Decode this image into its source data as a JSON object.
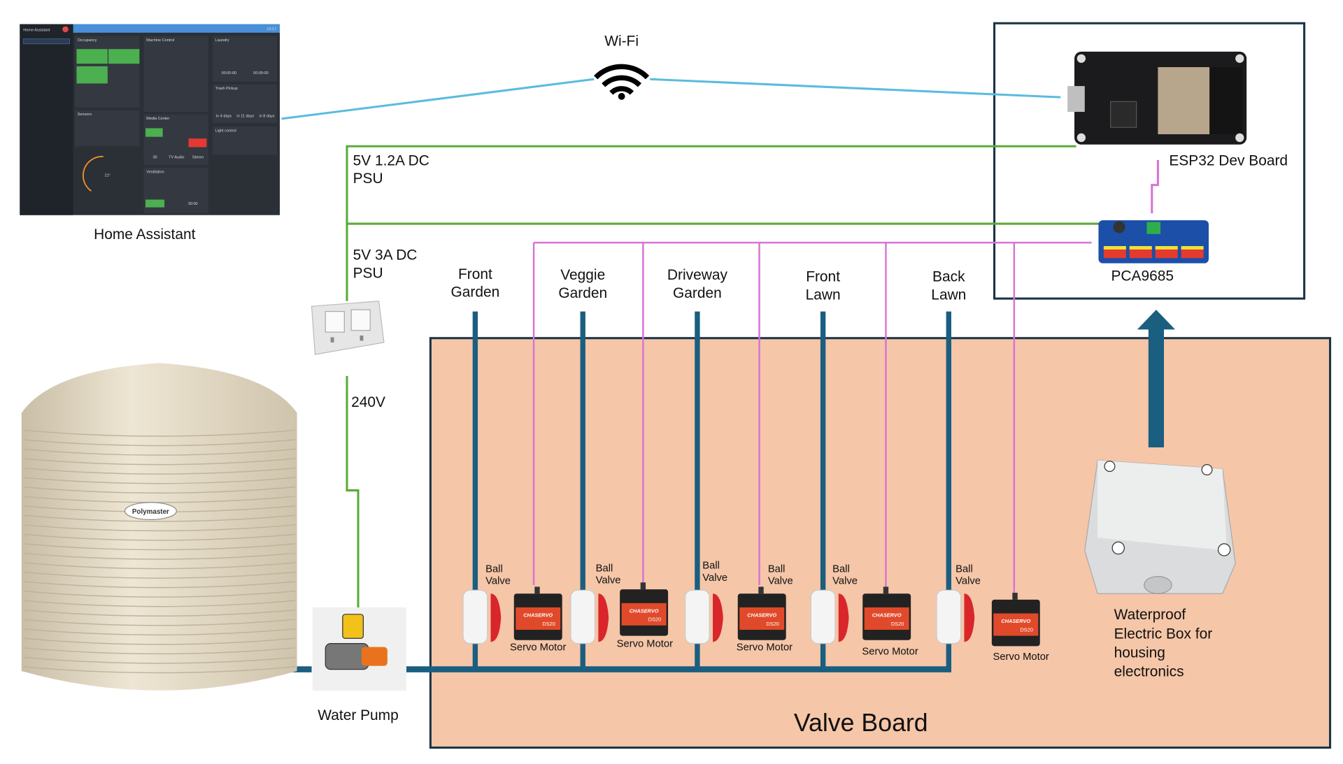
{
  "colors": {
    "wifi_link": "#5bbbe0",
    "power_line": "#5aab3a",
    "signal_line": "#d873d6",
    "pipe": "#1a5e80",
    "valve_board_fill": "#f5c6a8",
    "frame": "#1c3445"
  },
  "home_assistant": {
    "label": "Home Assistant",
    "screen": {
      "app_title": "Home Assistant",
      "clock": "19:17",
      "cards": [
        "Occupancy",
        "Sensors",
        "Machine Control",
        "Media Center",
        "Ventilation",
        "Laundry",
        "Trash Pickup",
        "Light control"
      ],
      "thermostat_temp": "21°",
      "media_labels": [
        "30",
        "TV Audio",
        "Stereo"
      ],
      "trash_labels": [
        "in 4 days",
        "in 11 days",
        "in 8 days"
      ],
      "laundry_times": [
        "00:00:00",
        "00:00:00"
      ],
      "ventilation_timer": "30:00"
    }
  },
  "wifi": {
    "label": "Wi-Fi",
    "icon": "wifi-icon"
  },
  "psu_small": {
    "line1": "5V 1.2A DC",
    "line2": "PSU"
  },
  "psu_large": {
    "line1": "5V 3A DC",
    "line2": "PSU"
  },
  "mains": {
    "label": "240V"
  },
  "esp32": {
    "label": "ESP32 Dev Board"
  },
  "pca": {
    "label": "PCA9685"
  },
  "tank": {
    "brand": "Polymaster"
  },
  "pump": {
    "label": "Water Pump"
  },
  "valve_board": {
    "label": "Valve Board"
  },
  "enclosure": {
    "lines": [
      "Waterproof",
      "Electric Box for",
      "housing",
      "electronics"
    ]
  },
  "zones": [
    {
      "line1": "Front",
      "line2": "Garden"
    },
    {
      "line1": "Veggie",
      "line2": "Garden"
    },
    {
      "line1": "Driveway",
      "line2": "Garden"
    },
    {
      "line1": "Front",
      "line2": "Lawn"
    },
    {
      "line1": "Back",
      "line2": "Lawn"
    }
  ],
  "ball_valve_label": {
    "line1": "Ball",
    "line2": "Valve"
  },
  "servo_label": "Servo Motor",
  "servo_brand": "CHASERVO",
  "servo_model": "DS20"
}
